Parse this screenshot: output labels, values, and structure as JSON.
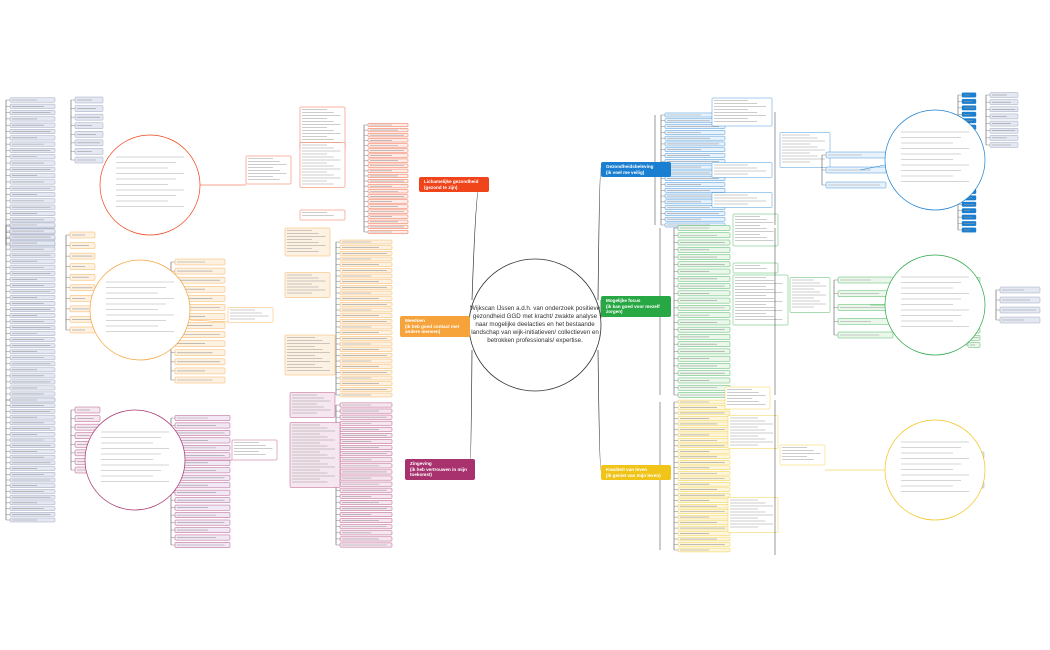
{
  "center": {
    "title": "Wijkscan IJssen a.d.h. van onderzoek positieve gezondheid GGD met kracht/ zwakte analyse naar mogelijke deelacties en het bestaande landschap van wijk-initiatieven/ collectieven en betrokken professionals/ expertise."
  },
  "branches": [
    {
      "id": "blue",
      "label": "Gezondheidsbeleving",
      "sub": "(ik voel me veilig)",
      "color": "#1a7fd0"
    },
    {
      "id": "green",
      "label": "Mogelijke focus",
      "sub": "(ik kan goed voor mezelf zorgen)",
      "color": "#28a745"
    },
    {
      "id": "yellow",
      "label": "Kwaliteit van leven",
      "sub": "(ik geniet van mijn leven)",
      "color": "#f0c419"
    },
    {
      "id": "red",
      "label": "Lichamelijke gezondheid",
      "sub": "(gezond te zijn)",
      "color": "#f0441b"
    },
    {
      "id": "orange",
      "label": "Meedoen",
      "sub": "(ik heb goed contact met andere mensen)",
      "color": "#f5a33a"
    },
    {
      "id": "purple",
      "label": "Zingeving",
      "sub": "(ik heb vertrouwen in mijn toekomst)",
      "color": "#a8326e"
    }
  ],
  "colors": {
    "line": "#333333",
    "node_fill": "#eef2fa",
    "node_border": "#9aa7c4"
  }
}
